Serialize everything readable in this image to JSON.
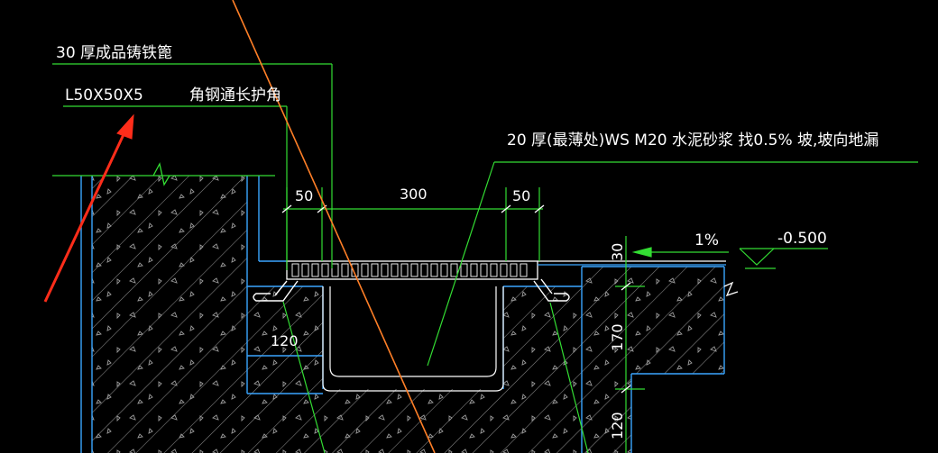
{
  "labels": {
    "grate": "30  厚成品铸铁篦",
    "angle_spec": "L50X50X5",
    "angle_desc": "角钢通长护角",
    "mortar": "20  厚(最薄处)WS    M20  水泥砂浆  找0.5%  坡,坡向地漏",
    "slope": "1%",
    "elevation": "-0.500"
  },
  "dimensions": {
    "left_width": "50",
    "mid_width": "300",
    "right_width": "50",
    "left_depth": "120",
    "right_30": "30",
    "right_170": "170",
    "right_120": "120"
  },
  "colors": {
    "background": "#000000",
    "text": "#ffffff",
    "leader": "#33dd33",
    "structure": "#3aa6ff",
    "section_line": "#ff7f27",
    "arrow": "#ff2d1a",
    "hatch": "#8a8a8a"
  }
}
